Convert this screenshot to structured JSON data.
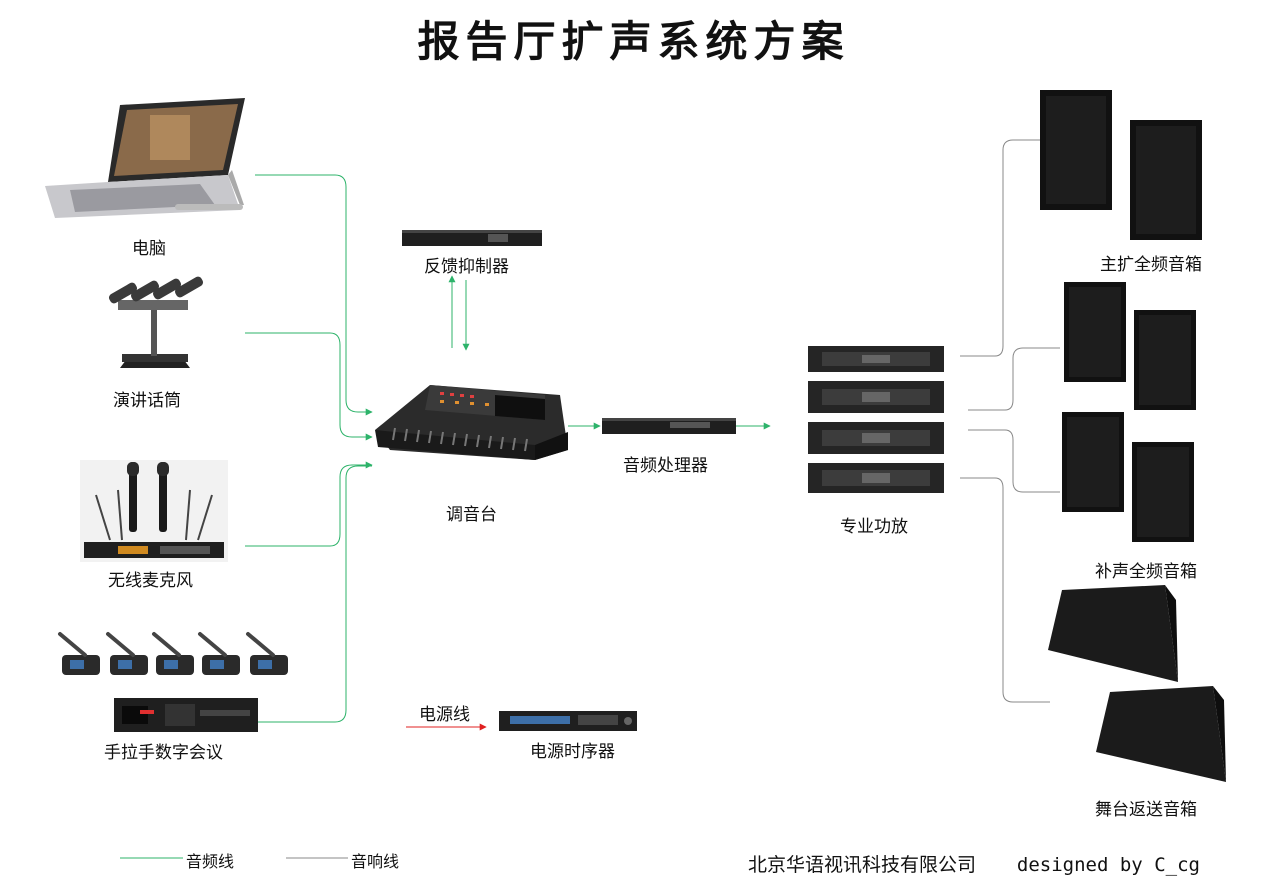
{
  "title": "报告厅扩声系统方案",
  "colors": {
    "audio_line": "#2db36a",
    "speaker_line": "#888888",
    "power_line": "#e02020",
    "device_dark": "#1f1f1f"
  },
  "devices": {
    "computer": "电脑",
    "lectern_mic": "演讲话筒",
    "wireless_mic": "无线麦克风",
    "conference": "手拉手数字会议",
    "feedback": "反馈抑制器",
    "mixer": "调音台",
    "processor": "音频处理器",
    "amplifier": "专业功放",
    "main_speakers": "主扩全频音箱",
    "fill_speakers": "补声全频音箱",
    "monitor_speakers": "舞台返送音箱",
    "sequencer": "电源时序器"
  },
  "power_line_label": "电源线",
  "legend": {
    "audio": "音频线",
    "speaker": "音响线"
  },
  "footer": {
    "company": "北京华语视讯科技有限公司",
    "designer": "designed by C_cg"
  }
}
